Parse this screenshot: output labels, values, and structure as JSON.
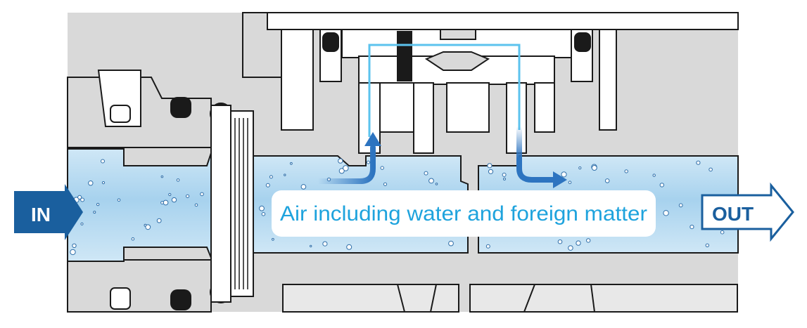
{
  "labels": {
    "inlet": "IN",
    "outlet": "OUT",
    "flow_description": "Air including water and foreign matter"
  },
  "colors": {
    "housing_gray": "#d9d9d9",
    "outline": "#1a1a1a",
    "air_blue_light": "#d6ecf8",
    "air_blue": "#a9d3ee",
    "arrow_dark_blue": "#1a5f9e",
    "flow_arrow_blue": "#2d74c0",
    "pilot_line_cyan": "#5cc3ee",
    "label_text_blue": "#1ea3dd",
    "in_box_fill": "#1a5f9e",
    "out_arrow_fill": "#ffffff",
    "out_text": "#1a5f9e"
  },
  "icons": {
    "inlet_arrow": "arrow-right-icon",
    "outlet_arrow": "arrow-right-outline-icon",
    "flow_up_arrow": "curved-arrow-up-icon",
    "flow_down_arrow": "curved-arrow-right-icon"
  }
}
